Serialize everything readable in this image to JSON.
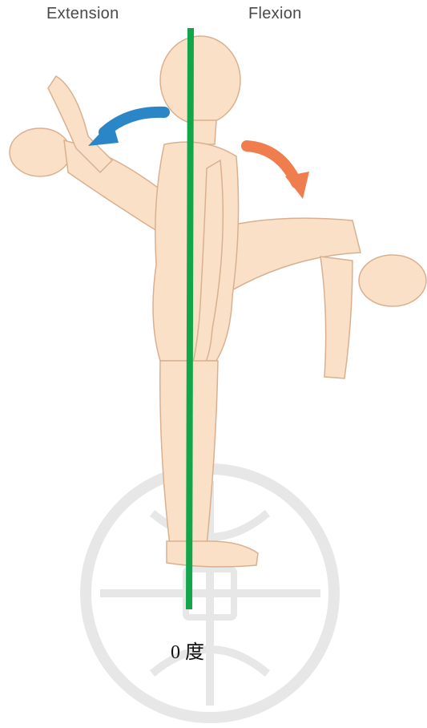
{
  "labels": {
    "extension": "Extension",
    "flexion": "Flexion",
    "zero_degree": "0 度"
  },
  "colors": {
    "skin": "#fbe0c8",
    "skin_outline": "#d9b08f",
    "midline": "#11a64a",
    "extension_arrow": "#2b86c8",
    "flexion_arrow": "#ef7d4e",
    "watermark": "#c8c8c8"
  },
  "icons": {
    "extension_arrow": "curved-arrow-left-icon",
    "flexion_arrow": "curved-arrow-down-icon",
    "watermark": "university-seal-watermark"
  }
}
